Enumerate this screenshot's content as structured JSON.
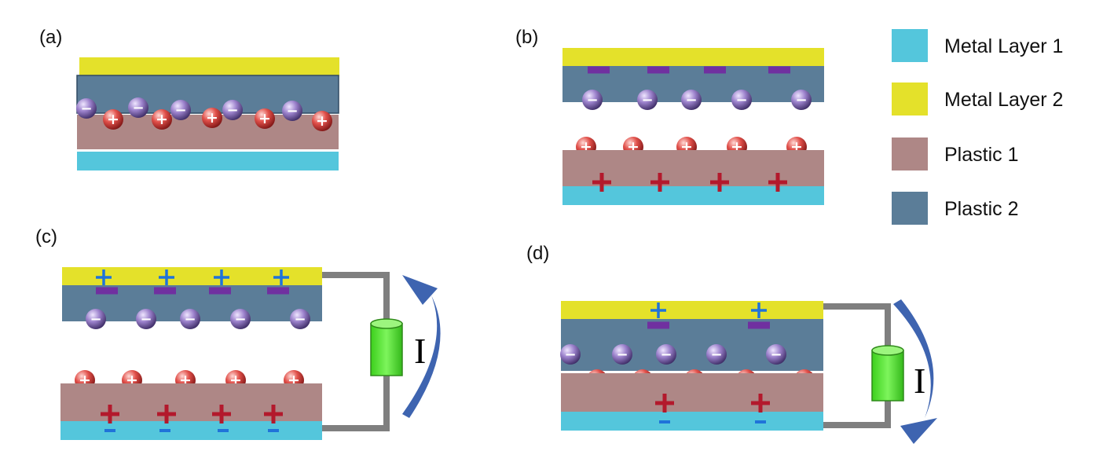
{
  "colors": {
    "metal1": "#54c6dc",
    "metal2": "#e4e12a",
    "plastic1": "#ae8786",
    "plastic2": "#5b7d98",
    "wire": "#7f7f7f",
    "load": "#5ee83a",
    "arrow": "#3e64b0",
    "neg_ion": "#8b6fbb",
    "pos_ion": "#d83b3b",
    "surface_minus": "#7030a0",
    "surface_plus": "#b3192c",
    "induced": "#1f73d9"
  },
  "panels": {
    "a": {
      "label": "(a)"
    },
    "b": {
      "label": "(b)"
    },
    "c": {
      "label": "(c)",
      "current": "I"
    },
    "d": {
      "label": "(d)",
      "current": "I"
    }
  },
  "legend": {
    "items": [
      {
        "name": "Metal Layer 1",
        "color": "#54c6dc"
      },
      {
        "name": "Metal Layer 2",
        "color": "#e4e12a"
      },
      {
        "name": "Plastic 1",
        "color": "#ae8786"
      },
      {
        "name": "Plastic 2",
        "color": "#5b7d98"
      }
    ]
  },
  "symbols": {
    "neg": "−",
    "pos": "+"
  }
}
